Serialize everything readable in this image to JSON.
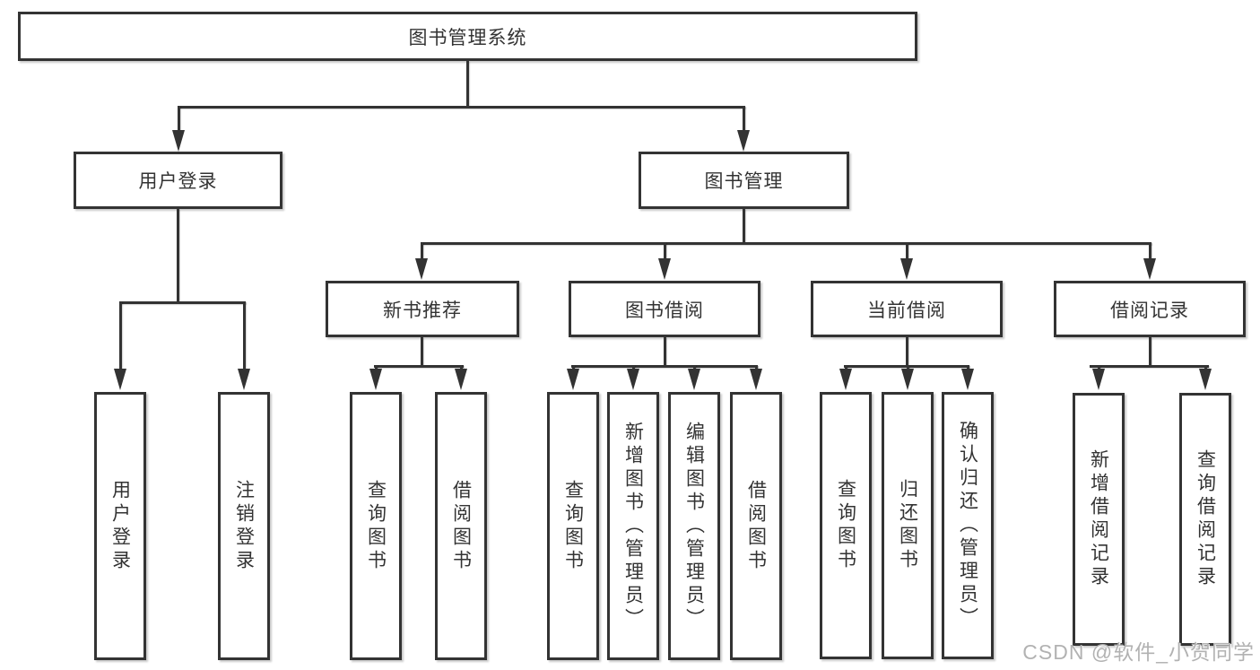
{
  "diagram": {
    "title": "图书管理系统",
    "level2": [
      {
        "label": "用户登录",
        "parent": "图书管理系统"
      },
      {
        "label": "图书管理",
        "parent": "图书管理系统"
      }
    ],
    "level3": [
      {
        "label": "新书推荐",
        "parent": "图书管理"
      },
      {
        "label": "图书借阅",
        "parent": "图书管理"
      },
      {
        "label": "当前借阅",
        "parent": "图书管理"
      },
      {
        "label": "借阅记录",
        "parent": "图书管理"
      }
    ],
    "leaves": [
      {
        "label": "用户登录",
        "parent": "用户登录"
      },
      {
        "label": "注销登录",
        "parent": "用户登录"
      },
      {
        "label": "查询图书",
        "parent": "新书推荐"
      },
      {
        "label": "借阅图书",
        "parent": "新书推荐"
      },
      {
        "label": "查询图书",
        "parent": "图书借阅"
      },
      {
        "label": "新增图书（管理员）",
        "parent": "图书借阅"
      },
      {
        "label": "编辑图书（管理员）",
        "parent": "图书借阅"
      },
      {
        "label": "借阅图书",
        "parent": "图书借阅"
      },
      {
        "label": "查询图书",
        "parent": "当前借阅"
      },
      {
        "label": "归还图书",
        "parent": "当前借阅"
      },
      {
        "label": "确认归还（管理员）",
        "parent": "当前借阅"
      },
      {
        "label": "新增借阅记录",
        "parent": "借阅记录"
      },
      {
        "label": "查询借阅记录",
        "parent": "借阅记录"
      }
    ]
  },
  "watermark": {
    "text": "CSDN @软件_小贺同学"
  },
  "colors": {
    "line": "#333333",
    "text": "#333333",
    "background": "#ffffff",
    "watermark": "#b2b2b2"
  }
}
